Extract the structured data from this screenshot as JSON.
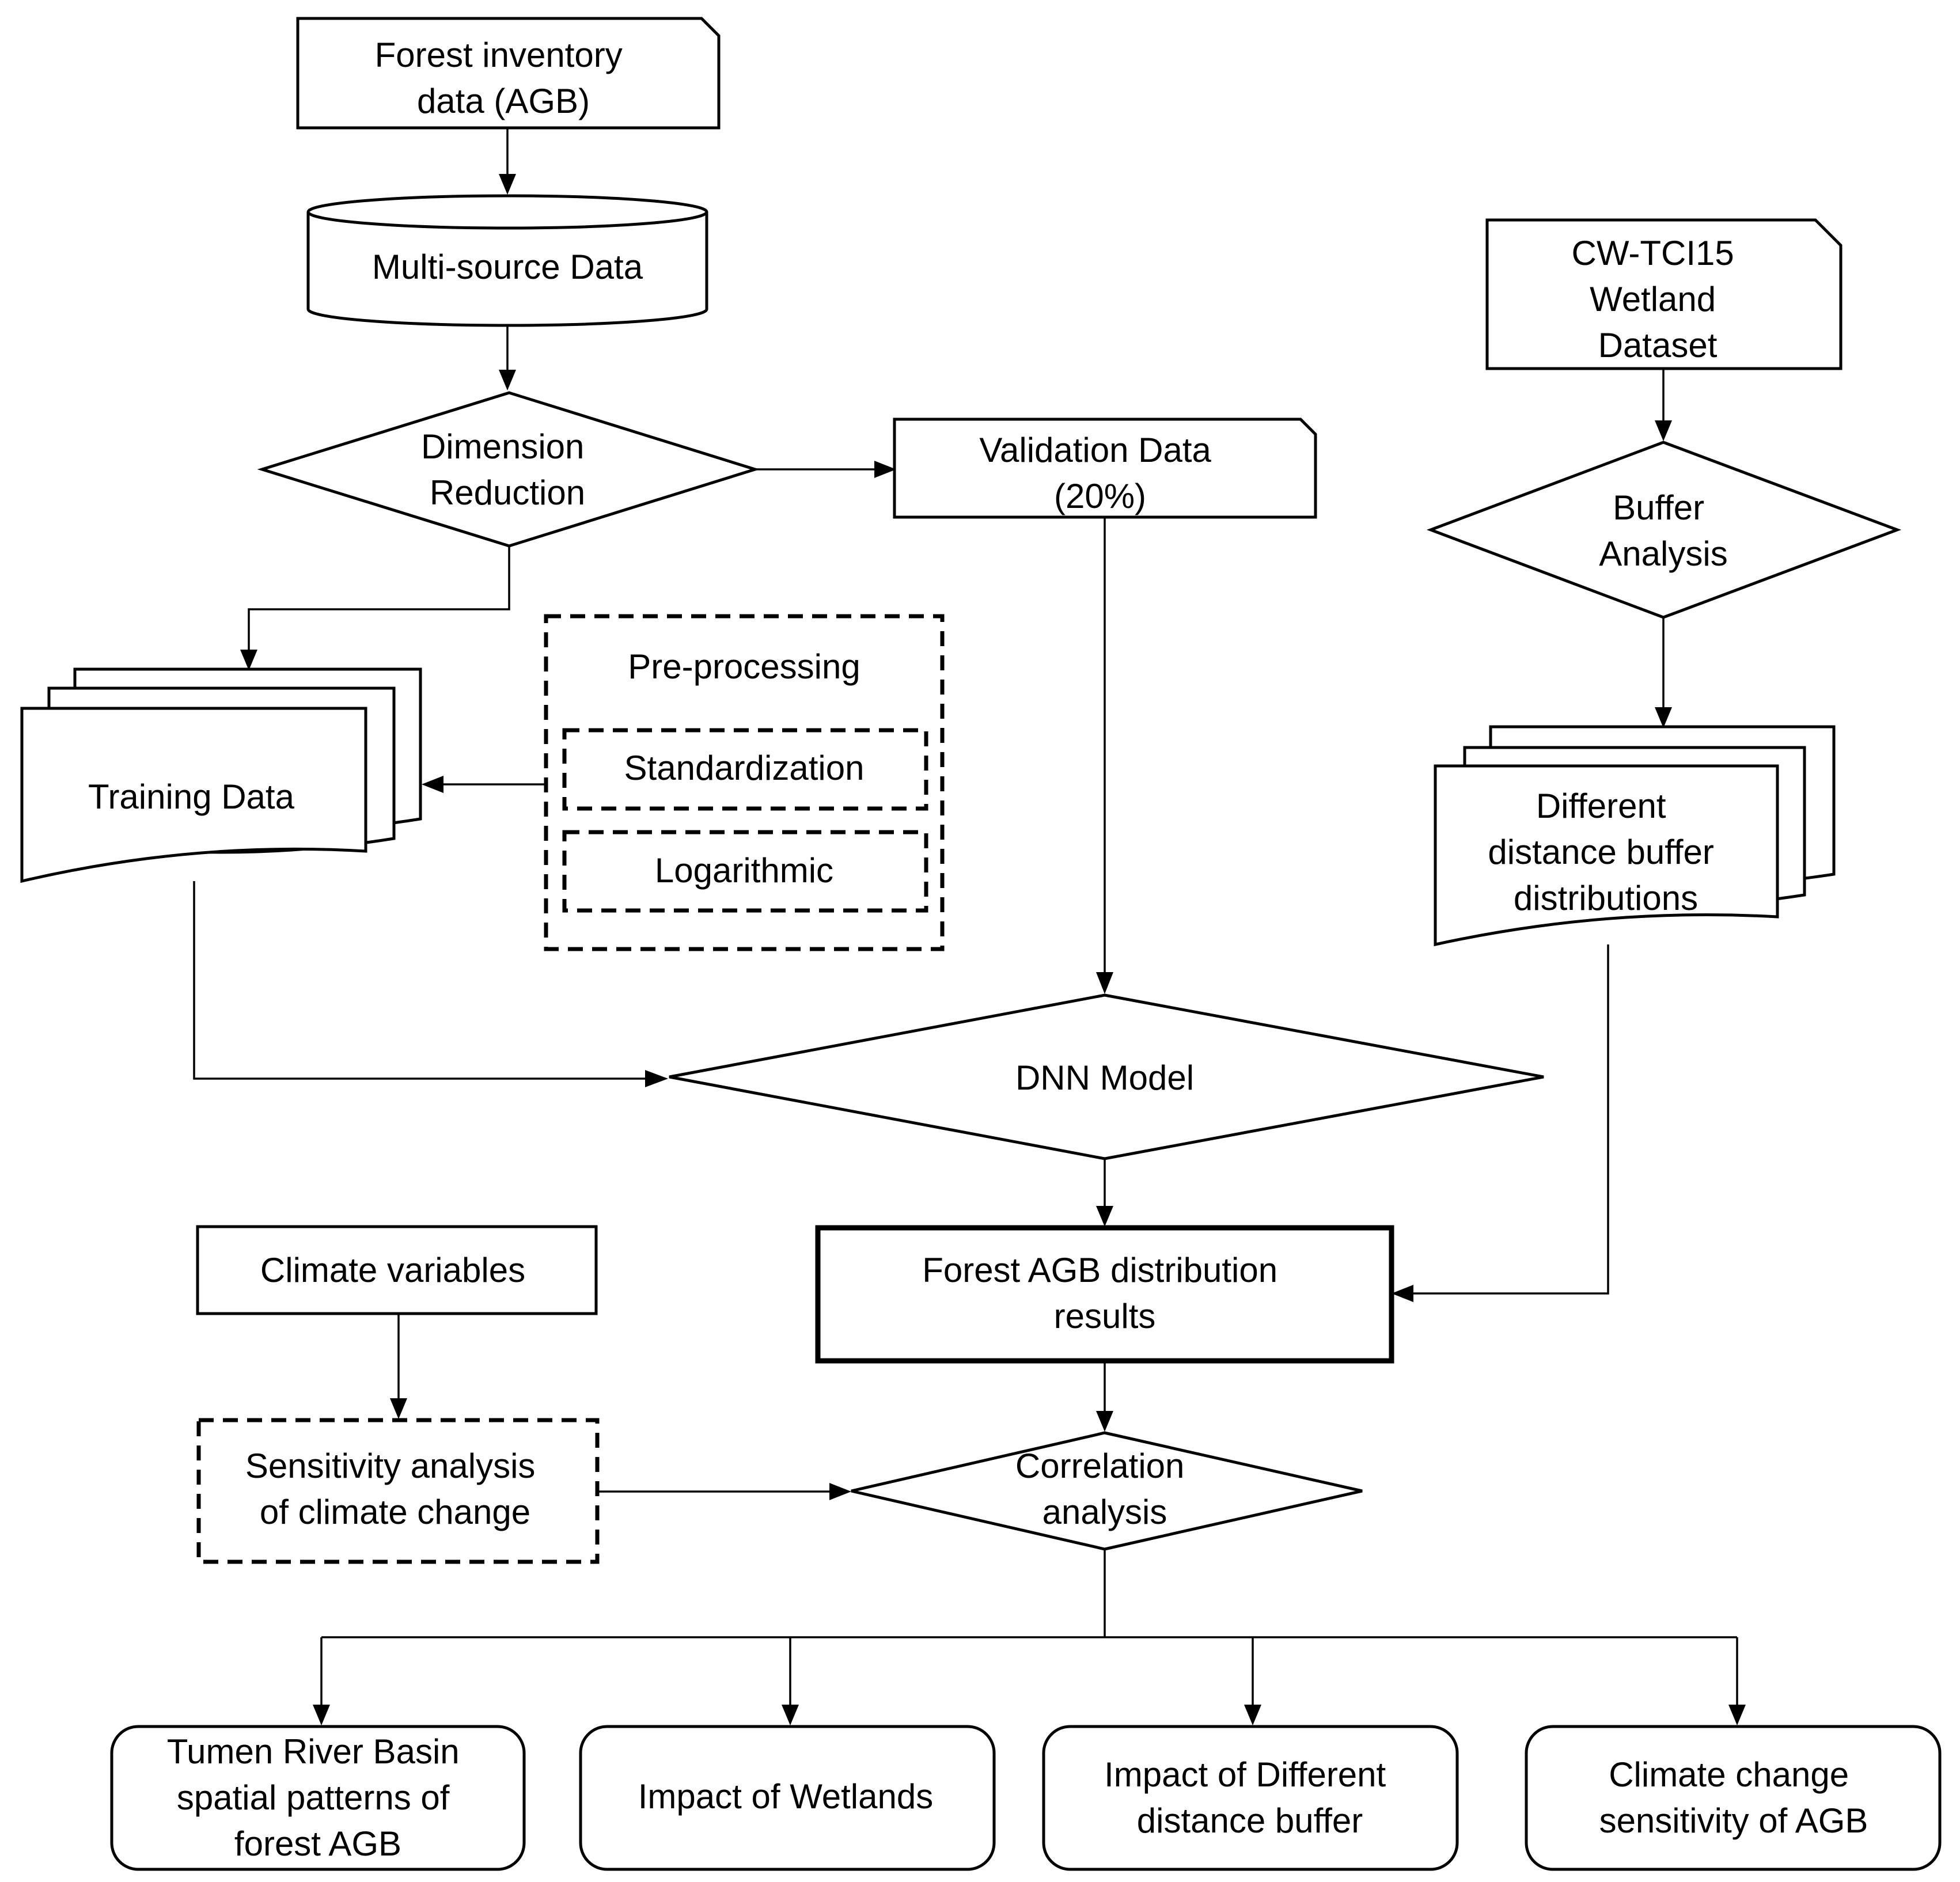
{
  "nodes": {
    "forest_inventory": {
      "lines": [
        "Forest inventory",
        "data (AGB)"
      ]
    },
    "multi_source": {
      "lines": [
        "Multi-source Data"
      ]
    },
    "dimension_reduction": {
      "lines": [
        "Dimension",
        "Reduction"
      ]
    },
    "validation_data": {
      "lines": [
        "Validation Data",
        "(20%)"
      ]
    },
    "cw_tci15": {
      "lines": [
        "CW-TCI15",
        "Wetland",
        "Dataset"
      ]
    },
    "buffer_analysis": {
      "lines": [
        "Buffer",
        "Analysis"
      ]
    },
    "training_data": {
      "lines": [
        "Training Data"
      ]
    },
    "preprocessing": {
      "lines": [
        "Pre-processing"
      ]
    },
    "standardization": {
      "lines": [
        "Standardization"
      ]
    },
    "logarithmic": {
      "lines": [
        "Logarithmic"
      ]
    },
    "distance_buffer": {
      "lines": [
        "Different",
        "distance buffer",
        "distributions"
      ]
    },
    "dnn_model": {
      "lines": [
        "DNN Model"
      ]
    },
    "climate_variables": {
      "lines": [
        "Climate variables"
      ]
    },
    "agb_results": {
      "lines": [
        "Forest AGB distribution",
        "results"
      ]
    },
    "sensitivity": {
      "lines": [
        "Sensitivity analysis",
        "of climate change"
      ]
    },
    "correlation": {
      "lines": [
        "Correlation",
        "analysis"
      ]
    },
    "out_tumen": {
      "lines": [
        "Tumen River Basin",
        "spatial patterns of",
        "forest AGB"
      ]
    },
    "out_wetlands": {
      "lines": [
        "Impact of Wetlands"
      ]
    },
    "out_buffer": {
      "lines": [
        "Impact of Different",
        "distance buffer"
      ]
    },
    "out_climate": {
      "lines": [
        "Climate change",
        "sensitivity of AGB"
      ]
    }
  }
}
